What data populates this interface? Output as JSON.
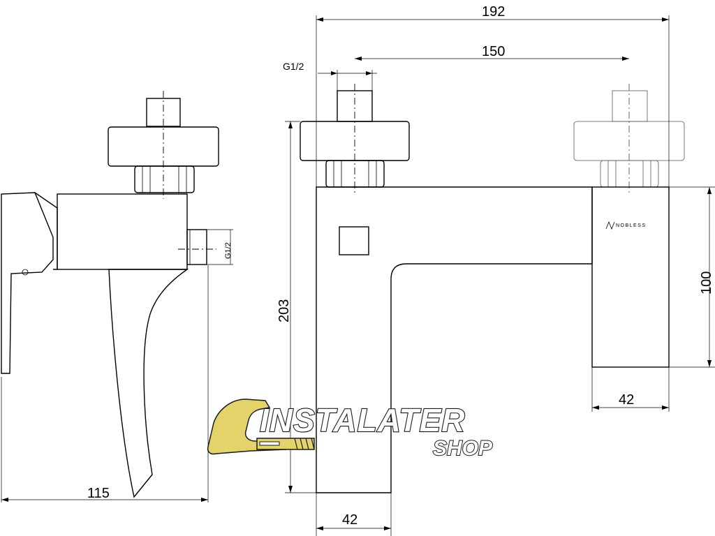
{
  "dimensions": {
    "overall_width": "192",
    "inlet_spacing": "150",
    "thread_top": "G1/2",
    "thread_side": "G1/2",
    "side_depth": "115",
    "height": "203",
    "body_width": "42",
    "body_height": "100",
    "right_body_width": "42"
  },
  "brand_mark": "NOBLESS",
  "watermark": {
    "main": "INSTALATER",
    "sub": "SHOP"
  },
  "colors": {
    "line": "#000000",
    "logo_yellow": "#e3d36a",
    "logo_outline": "#1a1a1a"
  }
}
